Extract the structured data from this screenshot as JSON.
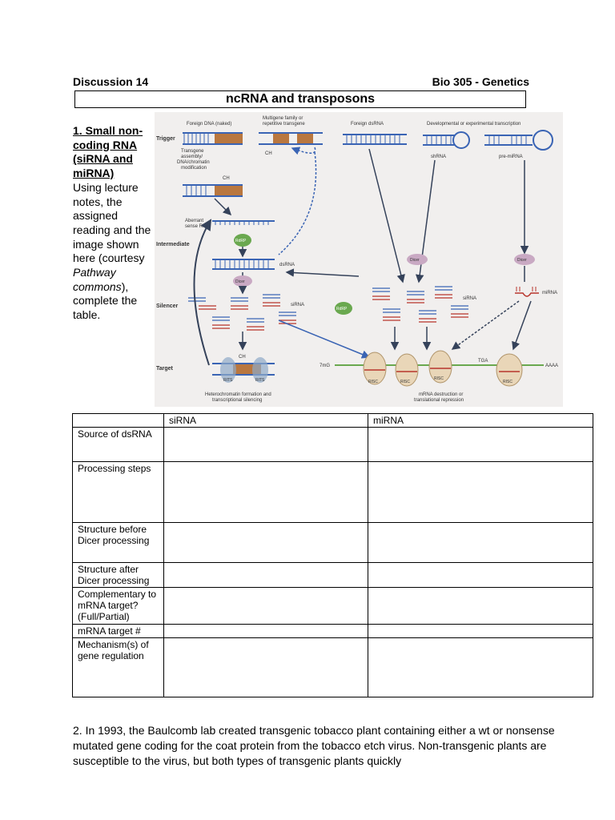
{
  "header": {
    "left": "Discussion 14",
    "right": "Bio 305 - Genetics",
    "title": "ncRNA and transposons"
  },
  "question1": {
    "heading": "1. Small non-coding RNA (siRNA and miRNA)",
    "body_pre": "Using lecture notes, the assigned reading and the image shown here (courtesy ",
    "body_italic": "Pathway commons",
    "body_post": "), complete the table."
  },
  "figure": {
    "row_labels": {
      "trigger": "Trigger",
      "intermediate": "Intermediate",
      "silencer": "Silencer",
      "target": "Target"
    },
    "labels": {
      "foreign_dna": "Foreign DNA (naked)",
      "multigene_1": "Multigene family or",
      "multigene_2": "repetitive transgene",
      "foreign_dsrna": "Foreign dsRNA",
      "developmental": "Developmental or experimental transcription",
      "transgene_1": "Transgene",
      "transgene_2": "assembly/",
      "transgene_3": "DNA/chromatin",
      "transgene_4": "modification",
      "ch3": "CH",
      "shrna": "shRNA",
      "pre_mirna": "pre-miRNA",
      "aberrant_1": "Aberrant",
      "aberrant_2": "sense RNA",
      "rdrp": "RdRP",
      "dsrna": "dsRNA",
      "dicer": "Dicer",
      "sirna": "siRNA",
      "mirna": "miRNA",
      "sevenmg": "7mG",
      "tga": "TGA",
      "aaaa": "AAAA",
      "risc": "RISC",
      "rits": "RITS",
      "hetero_1": "Heterochromatin formation and",
      "hetero_2": "transcriptional silencing",
      "mrna_1": "mRNA destruction or",
      "mrna_2": "translational repression"
    },
    "colors": {
      "blue": "#3a64b4",
      "red": "#b8352c",
      "brown": "#b9773f",
      "green": "#6aa84f",
      "dicer": "#c9a9c3",
      "risc": "#e9d6b8",
      "dark": "#35425a",
      "bg": "#f1efee"
    }
  },
  "table": {
    "columns": [
      "",
      "siRNA",
      "miRNA"
    ],
    "rows": [
      {
        "label": "Source of dsRNA",
        "sirna": "",
        "mirna": ""
      },
      {
        "label": "Processing steps",
        "sirna": "",
        "mirna": ""
      },
      {
        "label": "Structure before Dicer processing",
        "sirna": "",
        "mirna": ""
      },
      {
        "label": "Structure after Dicer processing",
        "sirna": "",
        "mirna": ""
      },
      {
        "label": "Complementary to mRNA target? (Full/Partial)",
        "sirna": "",
        "mirna": ""
      },
      {
        "label": "mRNA target #",
        "sirna": "",
        "mirna": ""
      },
      {
        "label": "Mechanism(s) of gene regulation",
        "sirna": "",
        "mirna": ""
      }
    ]
  },
  "question2": {
    "text": "2. In 1993, the Baulcomb lab created transgenic tobacco plant containing either a wt or nonsense mutated gene coding for the coat protein from the tobacco etch virus.  Non-transgenic plants are susceptible to the virus, but both types of transgenic plants quickly"
  }
}
